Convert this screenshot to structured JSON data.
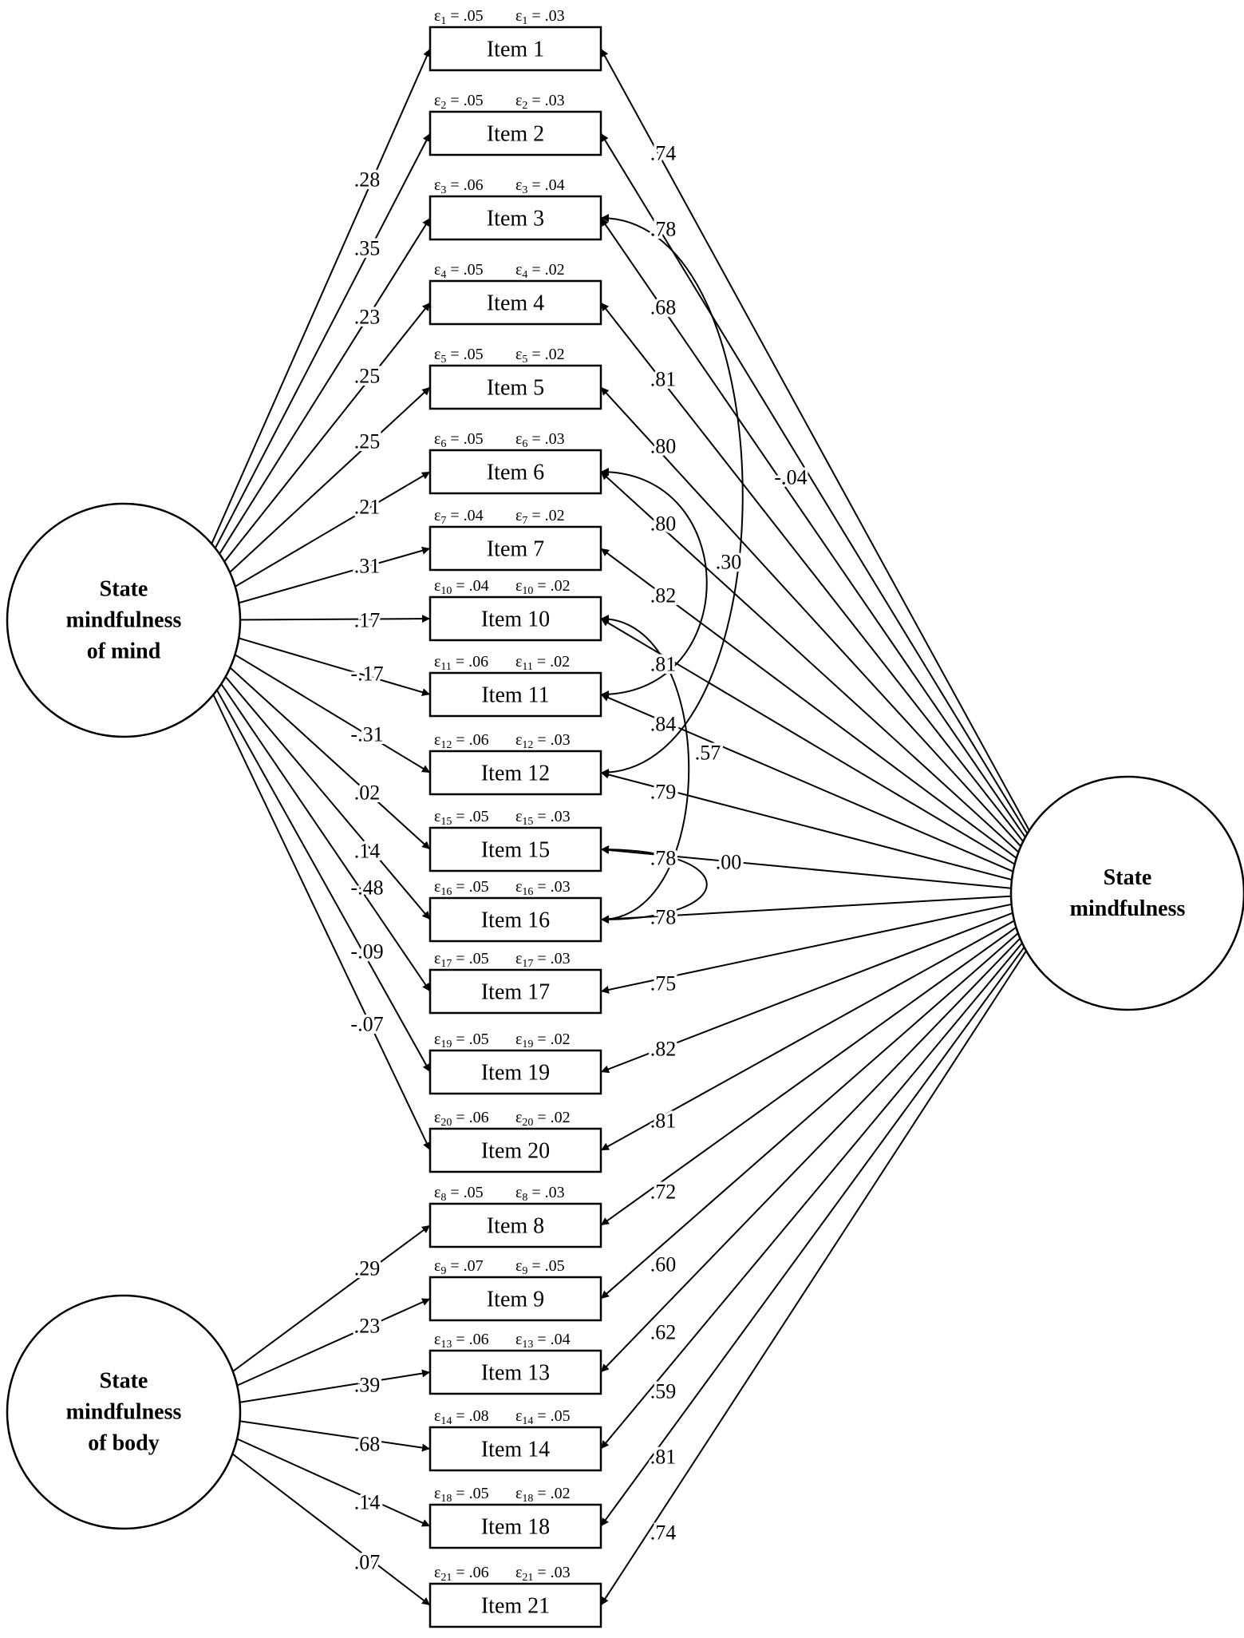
{
  "factors": {
    "mind": {
      "lines": [
        "State",
        "mindfulness",
        "of mind"
      ]
    },
    "body": {
      "lines": [
        "State",
        "mindfulness",
        "of body"
      ]
    },
    "general": {
      "lines": [
        "State",
        "mindfulness"
      ]
    }
  },
  "items": [
    {
      "num": "1",
      "label": "Item 1",
      "e_left": ".05",
      "e_right": ".03",
      "mind_load": ".28",
      "general_load": ".74"
    },
    {
      "num": "2",
      "label": "Item 2",
      "e_left": ".05",
      "e_right": ".03",
      "mind_load": ".35",
      "general_load": ".78"
    },
    {
      "num": "3",
      "label": "Item 3",
      "e_left": ".06",
      "e_right": ".04",
      "mind_load": ".23",
      "general_load": ".68"
    },
    {
      "num": "4",
      "label": "Item 4",
      "e_left": ".05",
      "e_right": ".02",
      "mind_load": ".25",
      "general_load": ".81"
    },
    {
      "num": "5",
      "label": "Item 5",
      "e_left": ".05",
      "e_right": ".02",
      "mind_load": ".25",
      "general_load": ".80"
    },
    {
      "num": "6",
      "label": "Item 6",
      "e_left": ".05",
      "e_right": ".03",
      "mind_load": ".21",
      "general_load": ".80"
    },
    {
      "num": "7",
      "label": "Item 7",
      "e_left": ".04",
      "e_right": ".02",
      "mind_load": ".31",
      "general_load": ".82"
    },
    {
      "num": "10",
      "label": "Item 10",
      "e_left": ".04",
      "e_right": ".02",
      "mind_load": ".17",
      "general_load": ".81"
    },
    {
      "num": "11",
      "label": "Item 11",
      "e_left": ".06",
      "e_right": ".02",
      "mind_load": "-.17",
      "general_load": ".84"
    },
    {
      "num": "12",
      "label": "Item 12",
      "e_left": ".06",
      "e_right": ".03",
      "mind_load": "-.31",
      "general_load": ".79"
    },
    {
      "num": "15",
      "label": "Item 15",
      "e_left": ".05",
      "e_right": ".03",
      "mind_load": ".02",
      "general_load": ".78"
    },
    {
      "num": "16",
      "label": "Item 16",
      "e_left": ".05",
      "e_right": ".03",
      "mind_load": ".14",
      "general_load": ".78"
    },
    {
      "num": "17",
      "label": "Item 17",
      "e_left": ".05",
      "e_right": ".03",
      "mind_load": "-.48",
      "general_load": ".75"
    },
    {
      "num": "19",
      "label": "Item 19",
      "e_left": ".05",
      "e_right": ".02",
      "mind_load": "-.09",
      "general_load": ".82"
    },
    {
      "num": "20",
      "label": "Item 20",
      "e_left": ".06",
      "e_right": ".02",
      "mind_load": "-.07",
      "general_load": ".81"
    },
    {
      "num": "8",
      "label": "Item 8",
      "e_left": ".05",
      "e_right": ".03",
      "body_load": ".29",
      "general_load": ".72"
    },
    {
      "num": "9",
      "label": "Item 9",
      "e_left": ".07",
      "e_right": ".05",
      "body_load": ".23",
      "general_load": ".60"
    },
    {
      "num": "13",
      "label": "Item 13",
      "e_left": ".06",
      "e_right": ".04",
      "body_load": ".39",
      "general_load": ".62"
    },
    {
      "num": "14",
      "label": "Item 14",
      "e_left": ".08",
      "e_right": ".05",
      "body_load": ".68",
      "general_load": ".59"
    },
    {
      "num": "18",
      "label": "Item 18",
      "e_left": ".05",
      "e_right": ".02",
      "body_load": ".14",
      "general_load": ".81"
    },
    {
      "num": "21",
      "label": "Item 21",
      "e_left": ".06",
      "e_right": ".03",
      "body_load": ".07",
      "general_load": ".74"
    }
  ],
  "error_symbol": "ε",
  "error_equals": " = ",
  "correlations": [
    {
      "from": "3",
      "to": "12",
      "value": "-.04"
    },
    {
      "from": "6",
      "to": "11",
      "value": ".30"
    },
    {
      "from": "10",
      "to": "16",
      "value": ".57"
    },
    {
      "from": "15",
      "to": "16",
      "value": ".00"
    }
  ]
}
